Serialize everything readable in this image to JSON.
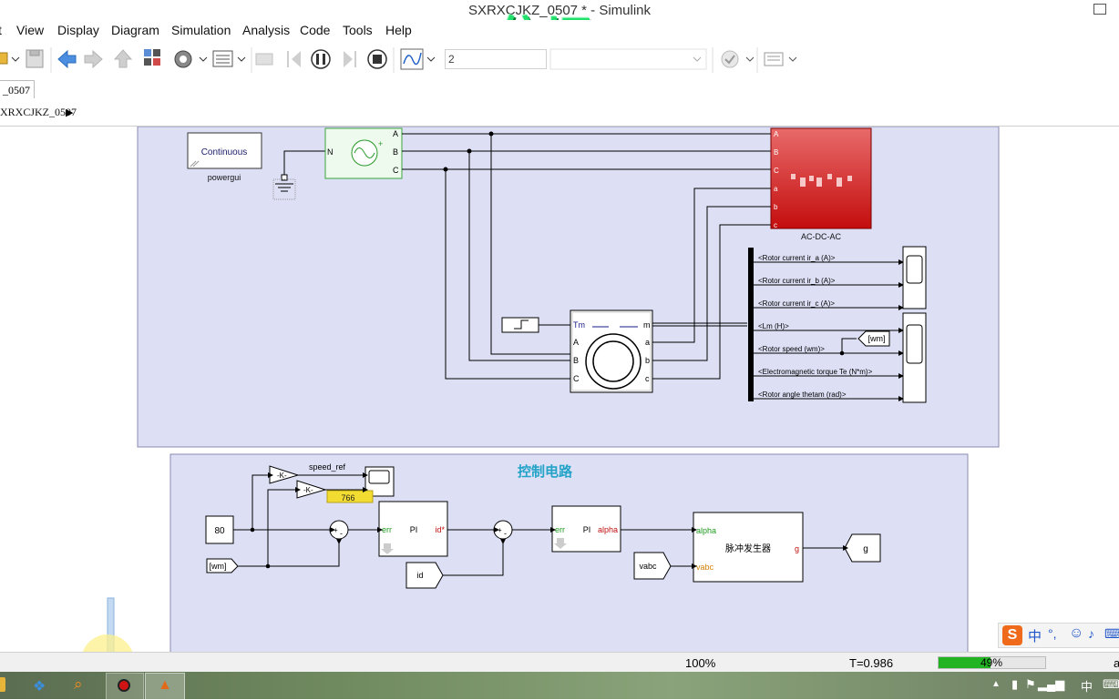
{
  "window": {
    "title": "SXRXCJKZ_0507 * - Simulink",
    "overlay_text": "依旧"
  },
  "menu": [
    "View",
    "Display",
    "Diagram",
    "Simulation",
    "Analysis",
    "Code",
    "Tools",
    "Help"
  ],
  "toolbar": {
    "stop_time": "2"
  },
  "tabs": [
    "_0507"
  ],
  "breadcrumb": "XRXCJKZ_0507",
  "diagram": {
    "powergui": {
      "mode": "Continuous",
      "name": "powergui"
    },
    "source_ports": [
      "N",
      "A",
      "B",
      "C"
    ],
    "converter": {
      "name": "AC-DC-AC",
      "ports": [
        "A",
        "B",
        "C",
        "a",
        "b",
        "c"
      ]
    },
    "machine": {
      "ports_left": [
        "Tm",
        "A",
        "B",
        "C"
      ],
      "ports_right": [
        "m",
        "a",
        "b",
        "c"
      ]
    },
    "bus_signals": [
      "<Rotor current ir_a (A)>",
      "<Rotor current ir_b (A)>",
      "<Rotor current ir_c (A)>",
      "<Lm (H)>",
      "<Rotor speed (wm)>",
      "<Electromagnetic torque Te (N*m)>",
      "<Rotor angle thetam (rad)>"
    ],
    "wm_tag": "[wm]",
    "control": {
      "title": "控制电路",
      "gain_label": "-K-",
      "speed_ref_label": "speed_ref",
      "display_value": "766",
      "constant": "80",
      "from_wm": "[wm]",
      "pi1": {
        "in": "err",
        "name": "PI",
        "out": "id*"
      },
      "id_from": "id",
      "pi2": {
        "in": "err",
        "name": "PI",
        "out": "alpha"
      },
      "vabc": "vabc",
      "pulse_gen": {
        "name": "脉冲发生器",
        "in1": "alpha",
        "in2": "vabc",
        "out": "g"
      },
      "goto_g": "g",
      "sum_signs": [
        "+",
        "-"
      ]
    }
  },
  "status": {
    "zoom": "100%",
    "time": "T=0.986",
    "progress_text": "49%",
    "progress": 0.49
  },
  "ime": {
    "lang": "中",
    "punct": "°,"
  },
  "tray": {
    "lang": "中"
  }
}
